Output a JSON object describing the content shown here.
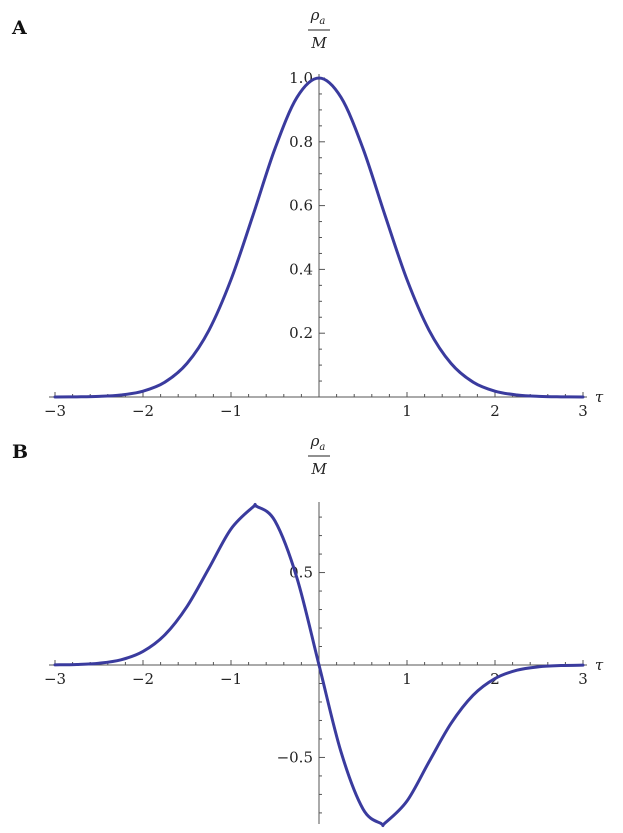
{
  "chart_data": [
    {
      "panel": "A",
      "type": "line",
      "xlabel": "τ",
      "ylabel": {
        "numerator": "ρ",
        "subscript": "a",
        "denominator": "M"
      },
      "xlim": [
        -3,
        3
      ],
      "ylim": [
        0,
        1.0
      ],
      "xticks": [
        -3,
        -2,
        -1,
        1,
        2,
        3
      ],
      "yticks": [
        0.2,
        0.4,
        0.6,
        0.8,
        1.0
      ],
      "xtick_labels": [
        "−3",
        "−2",
        "−1",
        "1",
        "2",
        "3"
      ],
      "ytick_labels": [
        "0.2",
        "0.4",
        "0.6",
        "0.8",
        "1.0"
      ],
      "series": [
        {
          "x": [
            -3,
            -2.75,
            -2.5,
            -2.25,
            -2,
            -1.75,
            -1.5,
            -1.25,
            -1,
            -0.75,
            -0.5,
            -0.25,
            0,
            0.25,
            0.5,
            0.75,
            1,
            1.25,
            1.5,
            1.75,
            2,
            2.25,
            2.5,
            2.75,
            3
          ],
          "y": [
            0.0001,
            0.0005,
            0.0019,
            0.0063,
            0.0183,
            0.0468,
            0.1054,
            0.2096,
            0.3679,
            0.5698,
            0.7788,
            0.9394,
            1.0,
            0.9394,
            0.7788,
            0.5698,
            0.3679,
            0.2096,
            0.1054,
            0.0468,
            0.0183,
            0.0063,
            0.0019,
            0.0005,
            0.0001
          ]
        }
      ]
    },
    {
      "panel": "B",
      "type": "line",
      "xlabel": "τ",
      "ylabel": {
        "numerator": "ρ",
        "subscript": "a",
        "denominator": "M"
      },
      "xlim": [
        -3,
        3
      ],
      "ylim": [
        -0.86,
        0.86
      ],
      "xticks": [
        -3,
        -2,
        -1,
        1,
        2,
        3
      ],
      "yticks": [
        -0.5,
        0.5
      ],
      "xtick_labels": [
        "−3",
        "−2",
        "−1",
        "1",
        "2",
        "3"
      ],
      "ytick_labels": [
        "−0.5",
        "0.5"
      ],
      "series": [
        {
          "x": [
            -3,
            -2.75,
            -2.5,
            -2.25,
            -2,
            -1.75,
            -1.5,
            -1.25,
            -1,
            -0.75,
            -0.707,
            -0.5,
            -0.25,
            0,
            0.25,
            0.5,
            0.707,
            0.75,
            1,
            1.25,
            1.5,
            1.75,
            2,
            2.25,
            2.5,
            2.75,
            3
          ],
          "y": [
            0.0007,
            0.003,
            0.0097,
            0.0281,
            0.0733,
            0.1639,
            0.3162,
            0.524,
            0.7358,
            0.8547,
            0.8578,
            0.7788,
            0.4697,
            0.0,
            -0.4697,
            -0.7788,
            -0.8578,
            -0.8547,
            -0.7358,
            -0.524,
            -0.3162,
            -0.1639,
            -0.0733,
            -0.0281,
            -0.0097,
            -0.003,
            -0.0007
          ]
        }
      ]
    }
  ]
}
